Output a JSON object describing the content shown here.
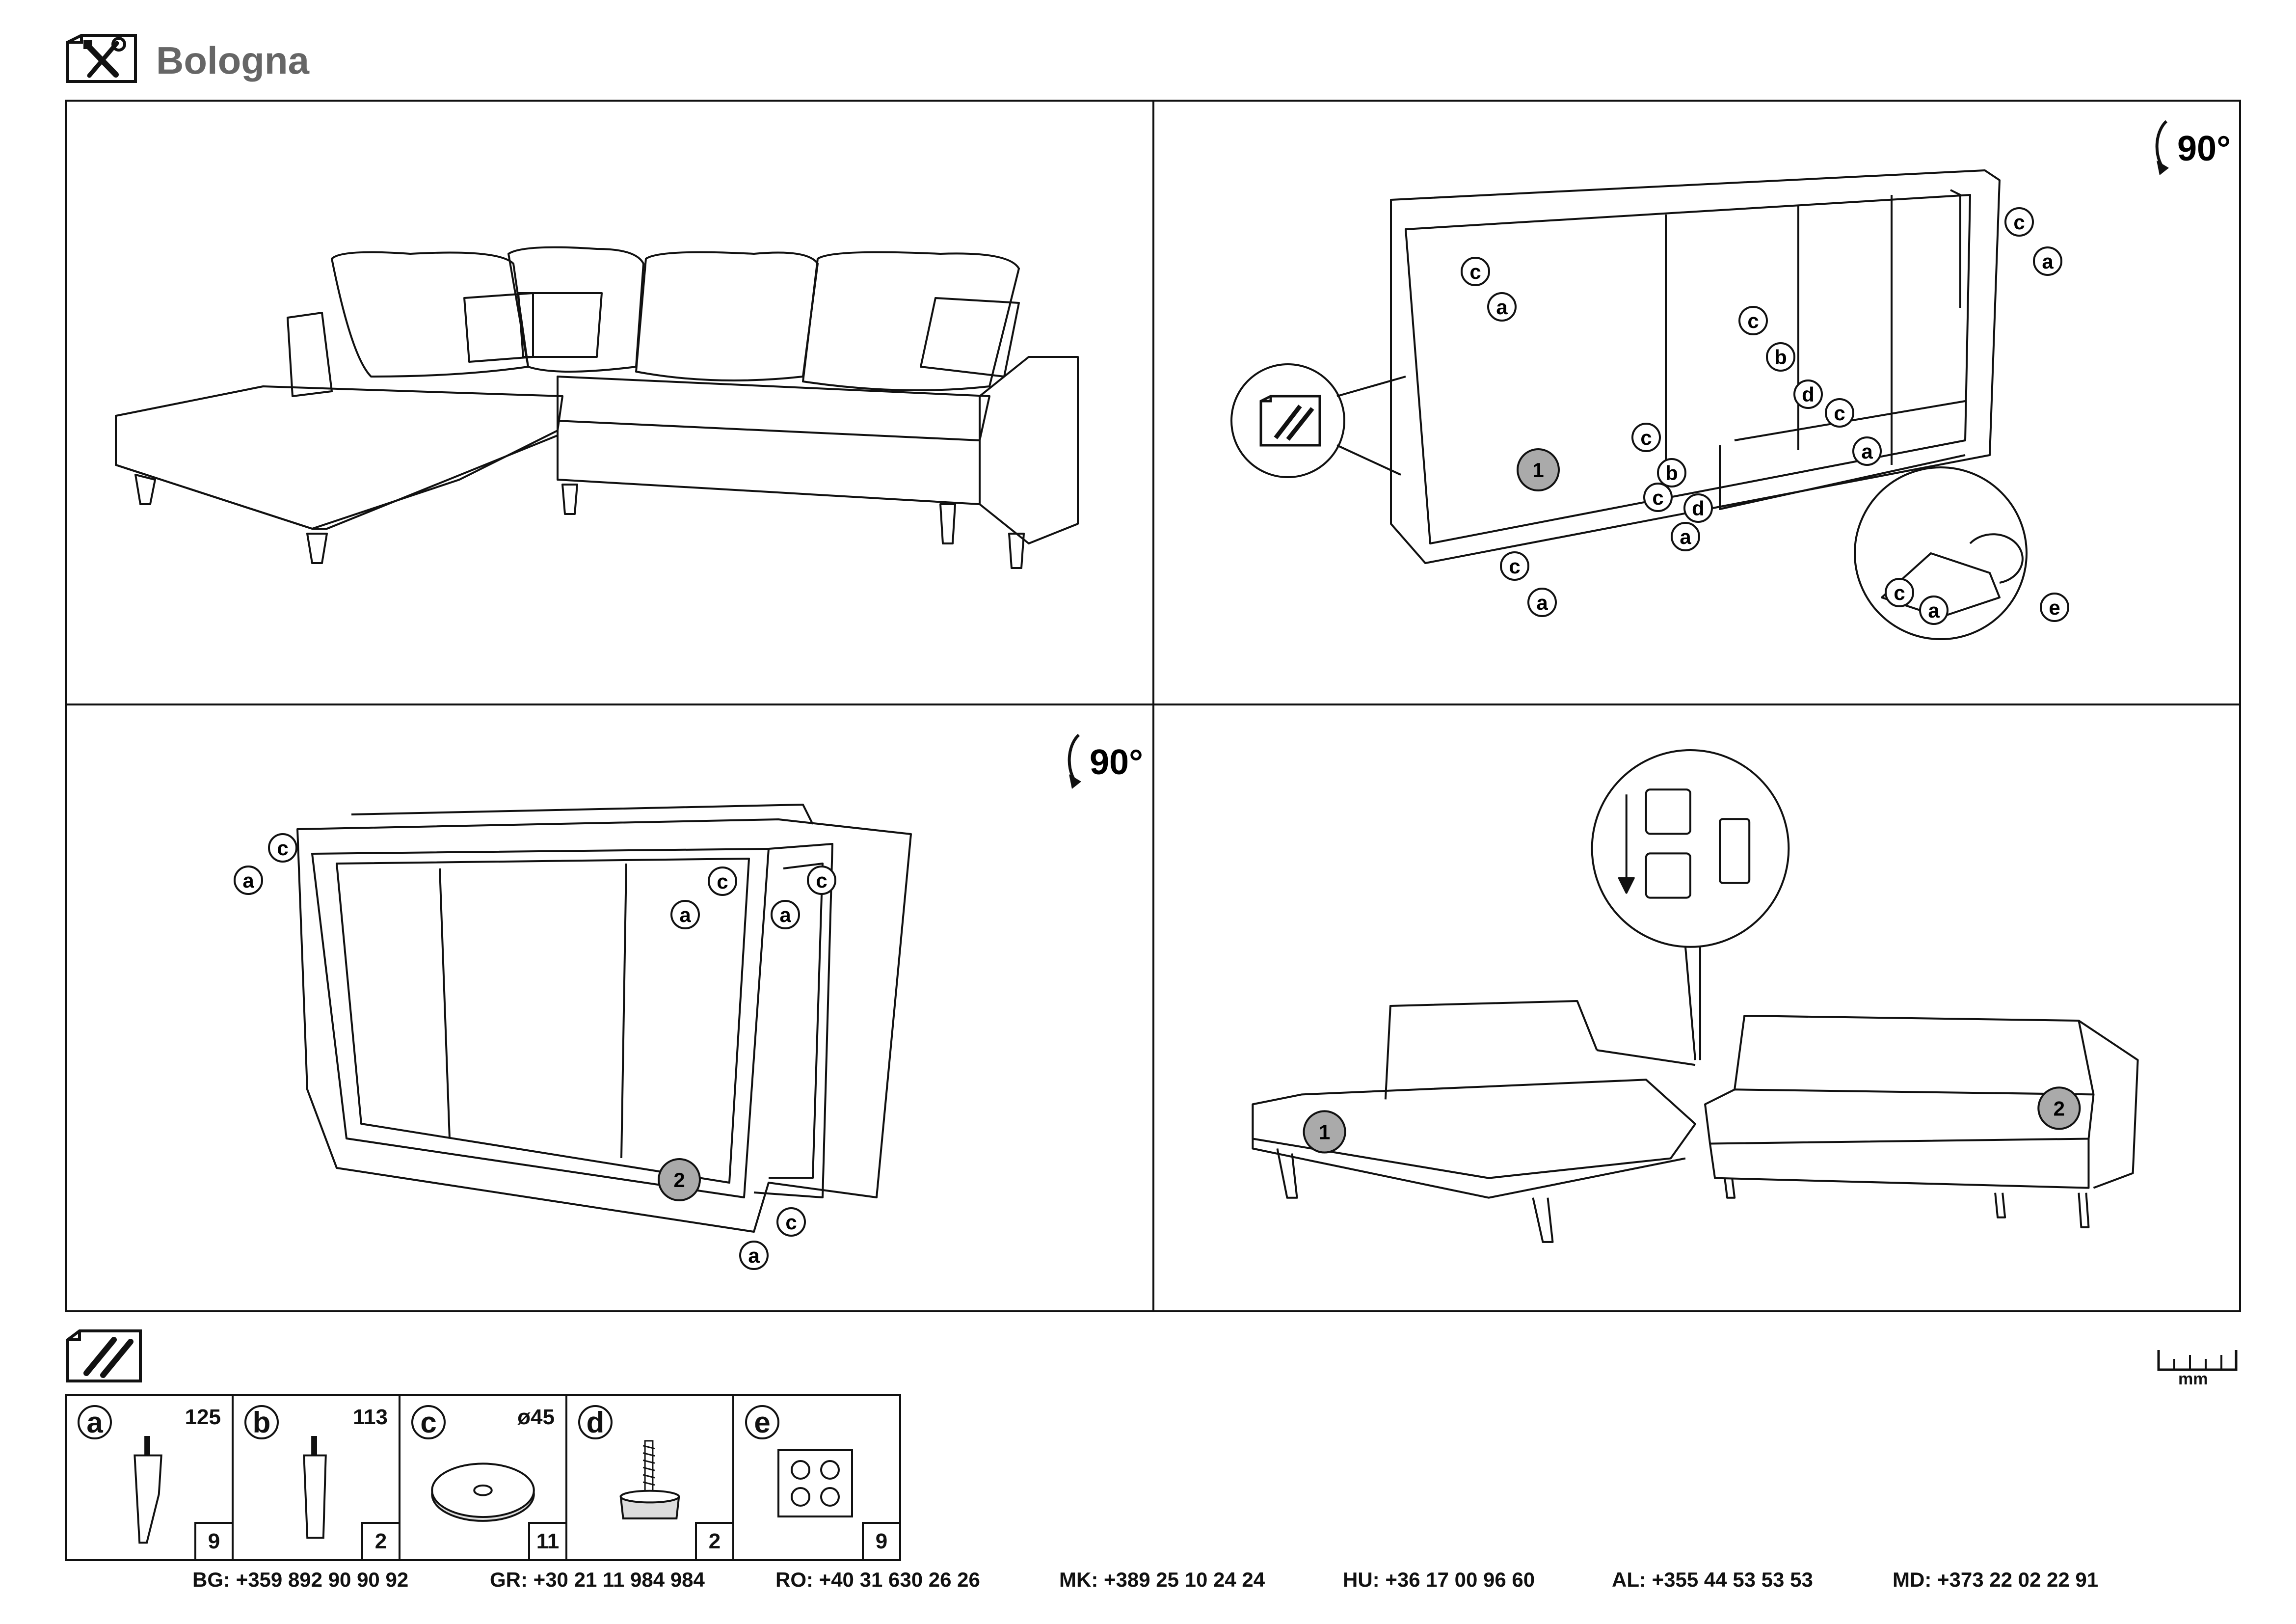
{
  "header": {
    "title": "Bologna",
    "icon": "tools-icon"
  },
  "steps": {
    "step2": {
      "rotation_label": "90°"
    },
    "step3": {
      "rotation_label": "90°"
    },
    "labels": {
      "a": "a",
      "b": "b",
      "c": "c",
      "d": "d",
      "e": "e",
      "module1": "1",
      "module2": "2"
    }
  },
  "parts": {
    "icon": "screws-icon",
    "items": [
      {
        "letter": "a",
        "size": "125",
        "qty": "9",
        "icon": "tall-leg-icon"
      },
      {
        "letter": "b",
        "size": "113",
        "qty": "2",
        "icon": "short-leg-icon"
      },
      {
        "letter": "c",
        "size": "ø45",
        "qty": "11",
        "icon": "washer-icon"
      },
      {
        "letter": "d",
        "size": "",
        "qty": "2",
        "icon": "adjustable-foot-icon"
      },
      {
        "letter": "e",
        "size": "",
        "qty": "9",
        "icon": "felt-pads-icon"
      }
    ]
  },
  "measure": {
    "unit": "mm",
    "icon": "ruler-icon"
  },
  "contacts": [
    {
      "code": "BG:",
      "phone": "+359 892 90 90 92"
    },
    {
      "code": "GR:",
      "phone": "+30 21 11 984 984"
    },
    {
      "code": "RO:",
      "phone": "+40 31 630 26 26"
    },
    {
      "code": "MK:",
      "phone": "+389 25 10 24 24"
    },
    {
      "code": "HU:",
      "phone": "+36 17 00 96 60"
    },
    {
      "code": "AL:",
      "phone": "+355 44 53 53 53"
    },
    {
      "code": "MD:",
      "phone": "+373 22 02 22 91"
    }
  ],
  "colors": {
    "line": "#111111",
    "title": "#666666",
    "badge": "#aaaaaa"
  }
}
